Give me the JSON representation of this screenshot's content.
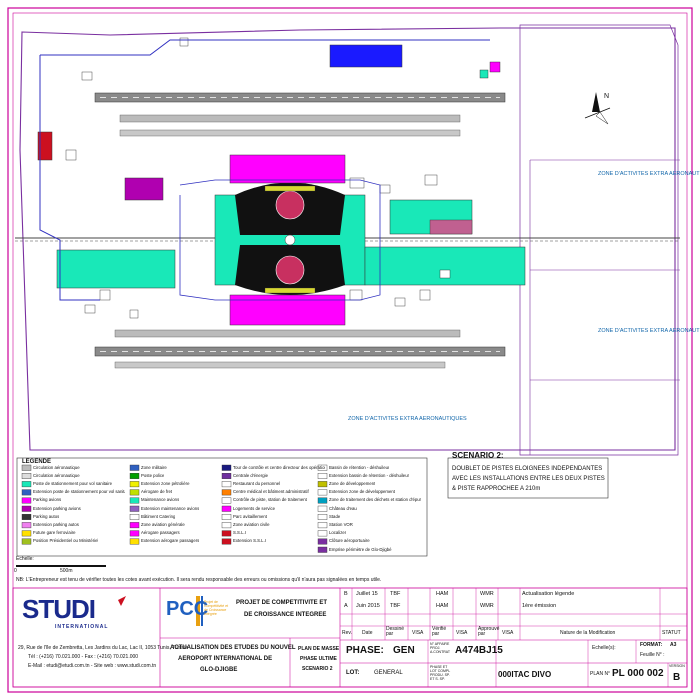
{
  "plan": {
    "zone_label": "ZONE D'ACTIVITES EXTRA AERONAUTIQUES",
    "legend_title": "LEGENDE",
    "scale_label": "Echelle:",
    "scale_zero": "0",
    "scale_max": "500m",
    "note": "NB: L'Entrepreneur est tenu de vérifier toutes les cotes avant exécution. Il sera rendu responsable des erreurs ou omissions qu'il n'aura pas signalées en temps utile."
  },
  "legend": {
    "col1": [
      "Circulation aéronautique",
      "Circulation aéronautique",
      "Poste de stationnement pour vol sanitaire",
      "Extension poste de stationnement pour vol sanitaire",
      "Parking avions",
      "Extension parking avions",
      "Parking autos",
      "Extension parking autos",
      "Future gare ferroviaire",
      "Position Présidentiel ou Ministériel"
    ],
    "col2": [
      "Zone militaire",
      "Poste police",
      "Extension zone pétrolière",
      "Aérogare de fret",
      "Maintenance avions",
      "Extension maintenance avions",
      "Bâtiment Catering",
      "Zone aviation générale",
      "Aérogare passagers",
      "Extension aérogare passagers"
    ],
    "col3": [
      "Tour de contrôle et centre directeur des opérations d'urgence",
      "Centrale d'énergie",
      "Restaurant du personnel",
      "Centre médical et bâtiment administratif",
      "Contrôle de piste, station de traitement",
      "Logements de service",
      "Parc avitaillement",
      "Zone aviation civile",
      "S.S.L.I",
      "Extension S.S.L.I"
    ],
    "col4": [
      "Bassin de rétention - déshuileur",
      "Extension bassin de rétention - déshuileur",
      "Zone de développement",
      "Extension zone de développement",
      "Zone de traitement des déchets et station d'épuration",
      "Château d'eau",
      "Stade",
      "Station VOR",
      "Localizer",
      "Clôture aéroportuaire",
      "Emprise périmètre de Glo-Djigbé"
    ]
  },
  "scenario": {
    "title": "SCENARIO 2:",
    "line1": "DOUBLET DE PISTES ELOIGNEES INDEPENDANTES",
    "line2": "AVEC LES INSTALLATIONS ENTRE LES DEUX PISTES",
    "line3": "& PISTE RAPPROCHEE A 210m"
  },
  "company": {
    "logo": "STUDI",
    "logo_sub": "INTERNATIONAL",
    "addr1": "29, Rue de l'île de Zembretta, Les Jardins du Lac, Lac II, 1053 Tunis, Tunisie",
    "addr2": "Tél : (+216) 70.021.000  -  Fax : (+216) 70.021.000",
    "addr3": "E-Mail : etudi@etudi.com.tn  -  Site web : www.studi.com.tn",
    "pcc": "PCC",
    "pcc_sub": "Projet de Compétitivité et de Croissance Intégrée"
  },
  "project": {
    "line1": "PROJET DE COMPETITIVITE ET",
    "line2": "DE CROISSANCE INTEGREE",
    "study1": "ACTUALISATION DES ETUDES DU NOUVEL",
    "study2": "AEROPORT INTERNATIONAL DE",
    "study3": "GLO-DJIGBE",
    "plan1": "PLAN DE MASSE",
    "plan2": "PHASE ULTIME",
    "plan3": "SCENARIO 2"
  },
  "revisions": [
    {
      "rev": "B",
      "date": "Juillet 15",
      "drawn": "TBF",
      "verified": "HAM",
      "approved": "WMR",
      "nature": "Actualisation légende"
    },
    {
      "rev": "A",
      "date": "Juin 2015",
      "drawn": "TBF",
      "verified": "HAM",
      "approved": "WMR",
      "nature": "1ère émission"
    }
  ],
  "rev_headers": {
    "rev": "Rev.",
    "date": "Date",
    "drawn": "Dessiné par",
    "visa": "VISA",
    "verified": "Vérifié par",
    "approved": "Approuvé par",
    "nature": "Nature de la Modification",
    "statut": "STATUT"
  },
  "meta": {
    "phase_label": "PHASE:",
    "phase": "GEN",
    "lot_label": "LOT:",
    "lot": "GENERAL",
    "affaire_label": "N° AFFAIRE PROJ. A.CONTRAT",
    "affaire": "A474BJ15",
    "phase_lot_label": "PHASE ET LOT COMPL PRODU. SP. ET S. SP.",
    "code": "000ITAC DIVO",
    "plan_label": "PLAN N°",
    "plan_no": "PL 000 002",
    "echelle_label": "Echelle(s):",
    "feuille_label": "Feuille N° :",
    "format_label": "FORMAT:",
    "format": "A3",
    "version_label": "VERSION",
    "version": "B"
  },
  "colors": {
    "pink": "#cc0099",
    "magenta": "#ff00ff",
    "teal": "#19e8b8",
    "blue": "#1a1aff",
    "runway": "#888888",
    "border": "#cc0099"
  }
}
